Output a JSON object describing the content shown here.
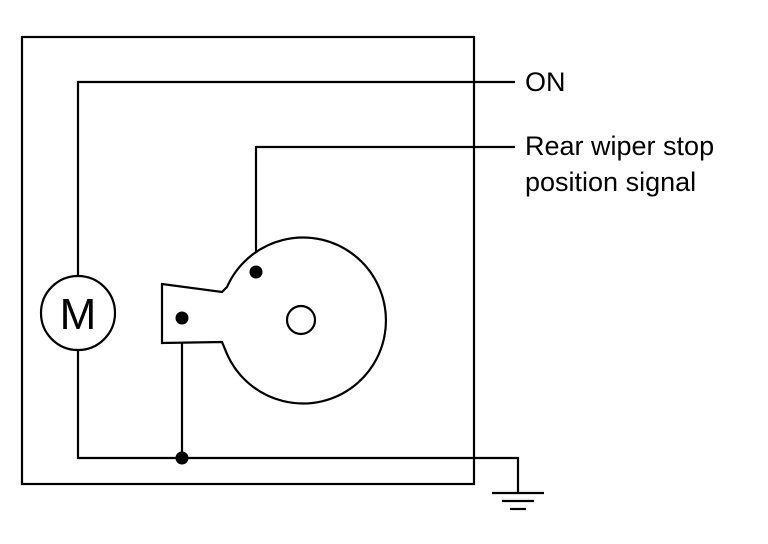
{
  "labels": {
    "on": "ON",
    "stop_signal_line1": "Rear wiper stop",
    "stop_signal_line2": "position signal",
    "motor": "M"
  },
  "colors": {
    "line": "#000000",
    "background": "#ffffff"
  }
}
